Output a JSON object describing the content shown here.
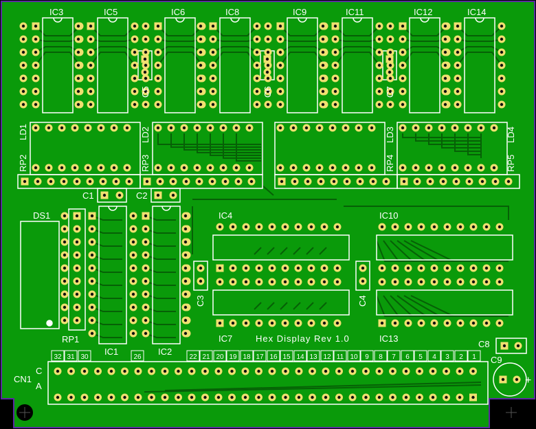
{
  "colors": {
    "board": "#0a9a0a",
    "edge": "#5a2aa0",
    "trace": "#066006",
    "silk": "#ffffff",
    "pad": "#f0e070",
    "hole": "#101010",
    "background": "#000000"
  },
  "labels": {
    "ic3": "IC3",
    "ic5": "IC5",
    "ic6": "IC6",
    "ic8": "IC8",
    "ic9": "IC9",
    "ic11": "IC11",
    "ic12": "IC12",
    "ic14": "IC14",
    "ic1": "IC1",
    "ic2": "IC2",
    "ic4": "IC4",
    "ic7": "IC7",
    "ic10": "IC10",
    "ic13": "IC13",
    "ld1": "LD1",
    "ld2": "LD2",
    "ld3": "LD3",
    "ld4": "LD4",
    "rp1": "RP1",
    "rp2": "RP2",
    "rp3": "RP3",
    "rp4": "RP4",
    "rp5": "RP5",
    "c1": "C1",
    "c2": "C2",
    "c3": "C3",
    "c4": "C4",
    "c5": "C5",
    "c6": "C6",
    "c7": "C7",
    "c8": "C8",
    "c9": "C9",
    "ds1": "DS1",
    "cn1": "CN1",
    "row_c": "C",
    "row_a": "A",
    "plus": "+",
    "title": "Hex Display Rev 1.0"
  },
  "connector_numbers": [
    "32",
    "31",
    "30",
    "26",
    "22",
    "21",
    "20",
    "19",
    "18",
    "17",
    "16",
    "15",
    "14",
    "13",
    "12",
    "11",
    "10",
    "9",
    "8",
    "7",
    "6",
    "5",
    "4",
    "3",
    "2",
    "1"
  ]
}
